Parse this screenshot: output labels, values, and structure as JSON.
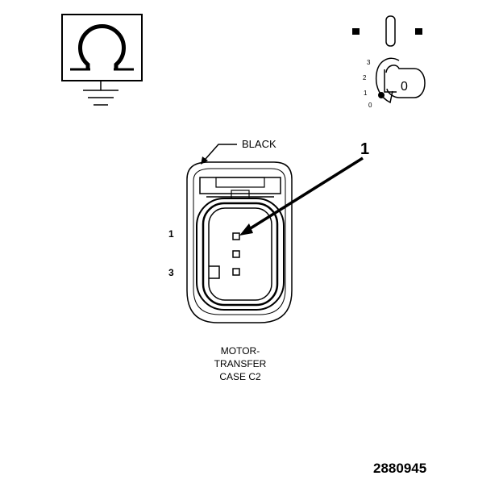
{
  "connector": {
    "color_label": "BLACK",
    "callout": "1",
    "pin_labels": [
      "1",
      "3"
    ],
    "caption_lines": [
      "MOTOR-",
      "TRANSFER",
      "CASE C2"
    ]
  },
  "ignition_key": {
    "positions": [
      "3",
      "2",
      "1",
      "0"
    ],
    "key_mark": "0"
  },
  "figure_number": "2880945",
  "icons": [
    "ohmmeter-ground-icon",
    "ignition-switch-icon",
    "connector-face-icon"
  ]
}
